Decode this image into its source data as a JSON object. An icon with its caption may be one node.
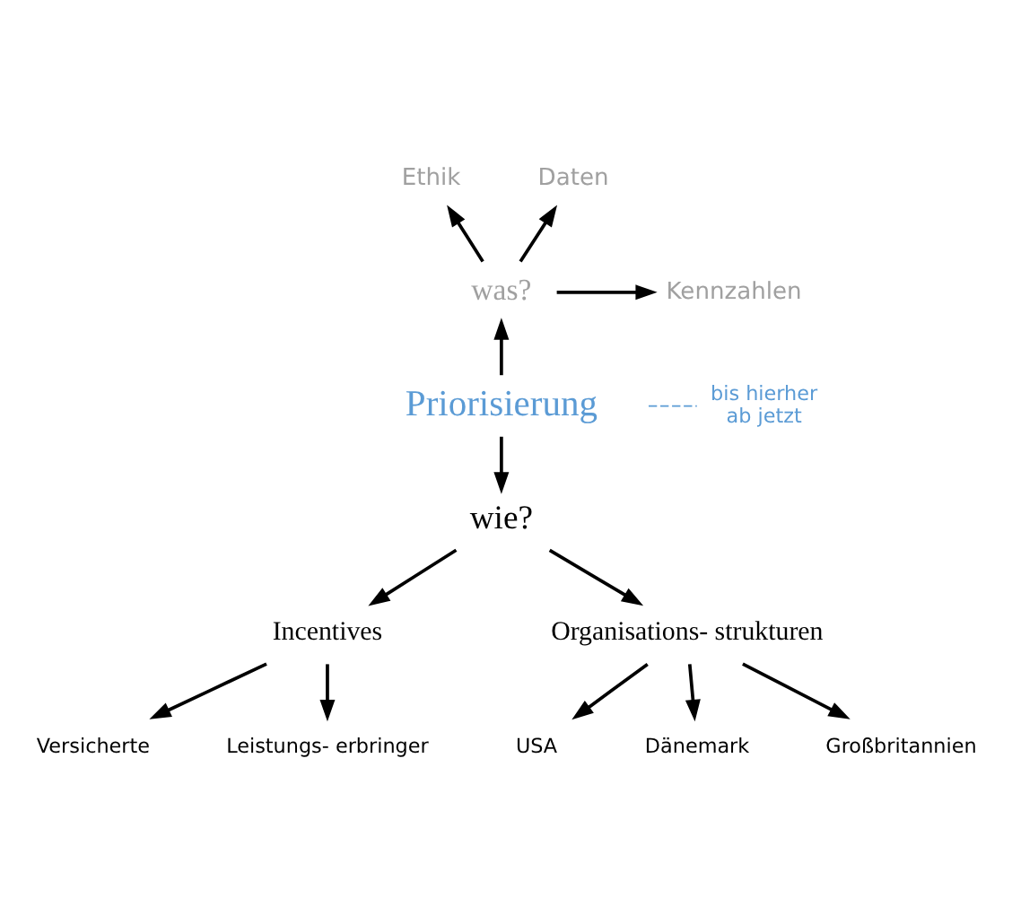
{
  "diagram": {
    "nodes": [
      {
        "text": [
          "Ethik"
        ]
      },
      {
        "text": [
          "Daten"
        ]
      },
      {
        "text": [
          "was?"
        ]
      },
      {
        "text": [
          "Kennzahlen"
        ]
      },
      {
        "text": [
          "Priorisierung"
        ]
      },
      {
        "text": [
          "wie?"
        ]
      },
      {
        "text": [
          "Incentives"
        ]
      },
      {
        "text": [
          "Organisations- strukturen"
        ]
      },
      {
        "text": [
          "Versicherte"
        ]
      },
      {
        "text": [
          "Leistungs- erbringer"
        ]
      },
      {
        "text": [
          "USA"
        ]
      },
      {
        "text": [
          "Dänemark"
        ]
      },
      {
        "text": [
          "Großbritannien"
        ]
      }
    ],
    "edges": [
      {
        "from": 4,
        "to": 2,
        "arrow": "to"
      },
      {
        "from": 2,
        "to": 0,
        "arrow": "to"
      },
      {
        "from": 2,
        "to": 1,
        "arrow": "to"
      },
      {
        "from": 2,
        "to": 3,
        "arrow": "to"
      },
      {
        "from": 4,
        "to": 5,
        "arrow": "to"
      },
      {
        "from": 5,
        "to": 6,
        "arrow": "to"
      },
      {
        "from": 5,
        "to": 7,
        "arrow": "to"
      },
      {
        "from": 6,
        "to": 8,
        "arrow": "to"
      },
      {
        "from": 6,
        "to": 9,
        "arrow": "to"
      },
      {
        "from": 7,
        "to": 10,
        "arrow": "to"
      },
      {
        "from": 7,
        "to": 11,
        "arrow": "to"
      },
      {
        "from": 7,
        "to": 12,
        "arrow": "to"
      }
    ],
    "labels": [
      "bis hierher",
      "ab jetzt"
    ]
  }
}
